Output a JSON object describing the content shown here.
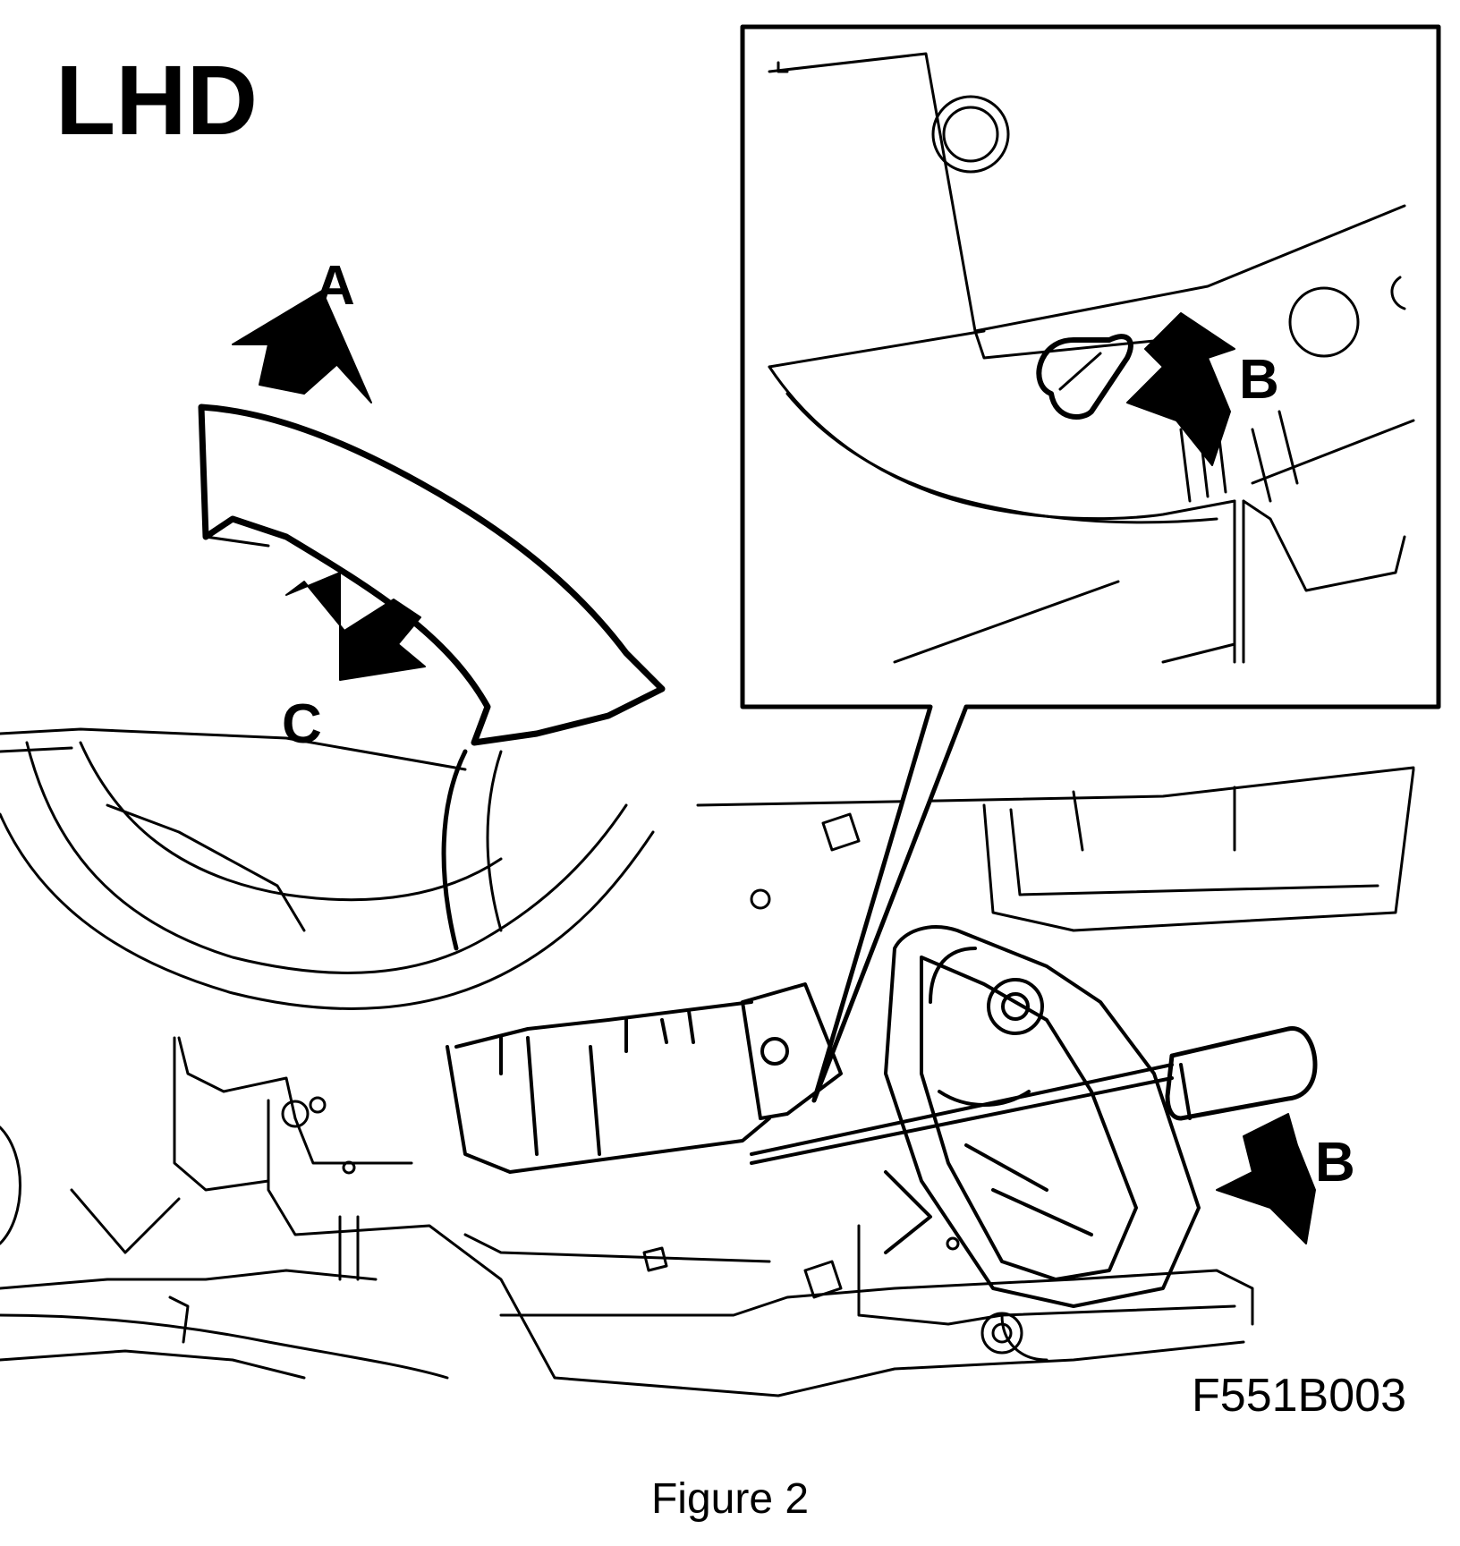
{
  "figure": {
    "title": "LHD",
    "labels": {
      "a": "A",
      "b_inset": "B",
      "b_main": "B",
      "c": "C"
    },
    "code": "F551B003",
    "caption": "Figure 2"
  }
}
